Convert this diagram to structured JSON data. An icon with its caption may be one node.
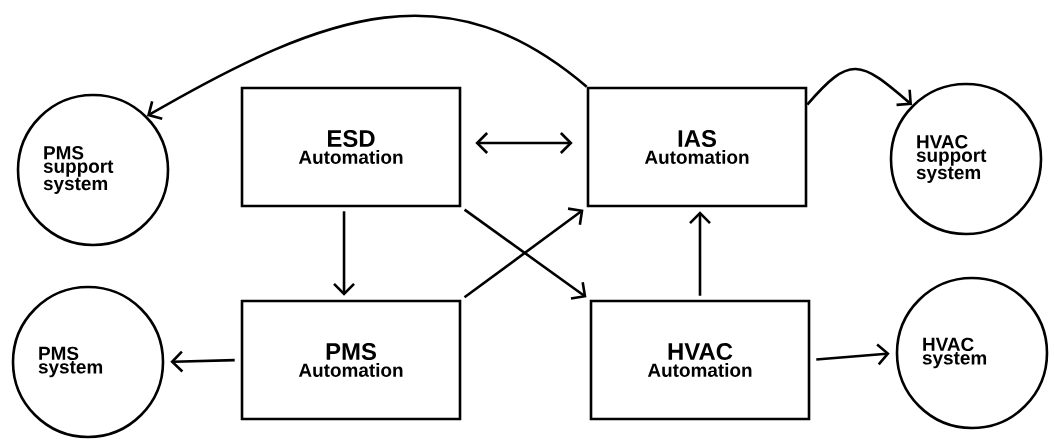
{
  "diagram": {
    "nodes": [
      {
        "text": [
          "PMS support system"
        ]
      },
      {
        "text": [
          "ESD",
          "Automation"
        ]
      },
      {
        "text": [
          "IAS",
          "Automation"
        ]
      },
      {
        "text": [
          "HVAC support system"
        ]
      },
      {
        "text": [
          "PMS system"
        ]
      },
      {
        "text": [
          "PMS",
          "Automation"
        ]
      },
      {
        "text": [
          "HVAC",
          "Automation"
        ]
      },
      {
        "text": [
          "HVAC system"
        ]
      }
    ],
    "edges": [
      {
        "from": 1,
        "to": 2,
        "arrow": "both"
      },
      {
        "from": 2,
        "to": 0,
        "arrow": "to"
      },
      {
        "from": 2,
        "to": 3,
        "arrow": "to"
      },
      {
        "from": 1,
        "to": 5,
        "arrow": "to"
      },
      {
        "from": 1,
        "to": 6,
        "arrow": "to"
      },
      {
        "from": 5,
        "to": 2,
        "arrow": "to"
      },
      {
        "from": 6,
        "to": 2,
        "arrow": "to"
      },
      {
        "from": 5,
        "to": 4,
        "arrow": "to"
      },
      {
        "from": 6,
        "to": 7,
        "arrow": "to"
      }
    ]
  }
}
